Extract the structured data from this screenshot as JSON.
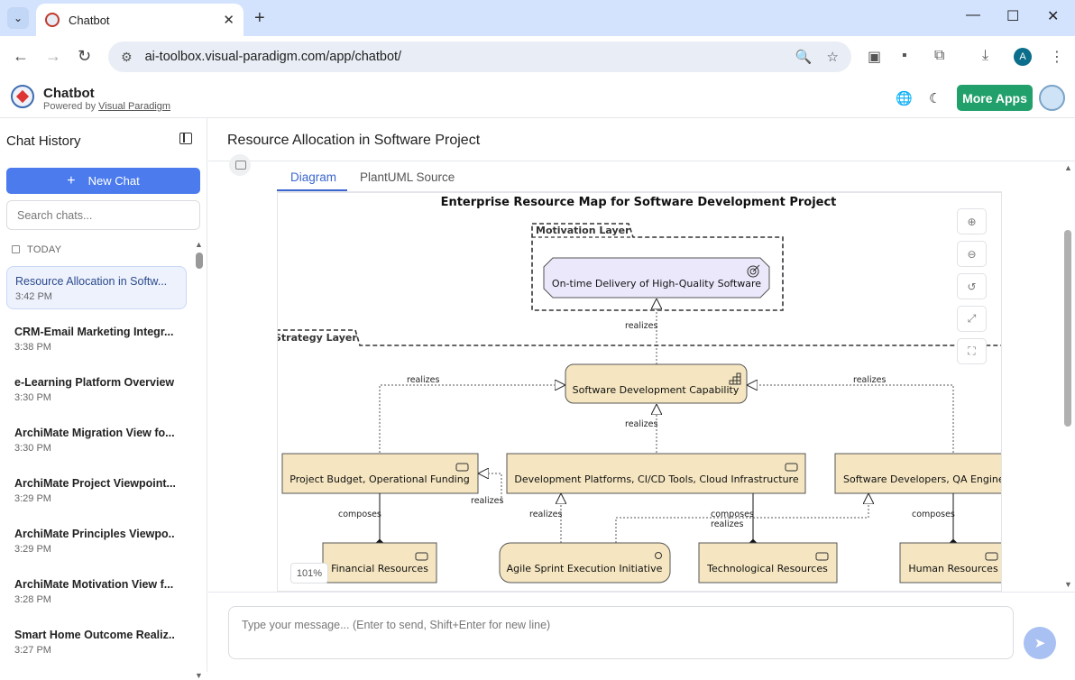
{
  "browser": {
    "tab_title": "Chatbot",
    "url": "ai-toolbox.visual-paradigm.com/app/chatbot/",
    "account_initial": "A"
  },
  "app": {
    "title": "Chatbot",
    "powered_by": "Powered by",
    "powered_by_link": "Visual Paradigm",
    "more_apps": "More Apps"
  },
  "sidebar": {
    "title": "Chat History",
    "new_chat": "New Chat",
    "search_placeholder": "Search chats...",
    "section": "TODAY",
    "chats": [
      {
        "title": "Resource Allocation in Softw...",
        "time": "3:42 PM"
      },
      {
        "title": "CRM-Email Marketing Integr...",
        "time": "3:38 PM"
      },
      {
        "title": "e-Learning Platform Overview",
        "time": "3:30 PM"
      },
      {
        "title": "ArchiMate Migration View fo...",
        "time": "3:30 PM"
      },
      {
        "title": "ArchiMate Project Viewpoint...",
        "time": "3:29 PM"
      },
      {
        "title": "ArchiMate Principles Viewpo...",
        "time": "3:29 PM"
      },
      {
        "title": "ArchiMate Motivation View f...",
        "time": "3:28 PM"
      },
      {
        "title": "Smart Home Outcome Realiz...",
        "time": "3:27 PM"
      }
    ]
  },
  "main": {
    "title": "Resource Allocation in Software Project",
    "tabs": [
      "Diagram",
      "PlantUML Source"
    ],
    "zoom": "101%",
    "composer_placeholder": "Type your message... (Enter to send, Shift+Enter for new line)"
  },
  "diagram": {
    "title": "Enterprise Resource Map for Software Development Project",
    "motivation_layer": "Motivation Layer",
    "strategy_layer": "Strategy Layer",
    "goal": "On-time Delivery of High-Quality Software",
    "capability": "Software Development Capability",
    "resources": {
      "budget": "Project Budget, Operational Funding",
      "platforms": "Development Platforms, CI/CD Tools, Cloud Infrastructure",
      "developers": "Software Developers, QA Engine",
      "financial": "Financial Resources",
      "technological": "Technological Resources",
      "human": "Human Resources"
    },
    "initiative": "Agile Sprint Execution Initiative",
    "labels": {
      "realizes": "realizes",
      "composes": "composes"
    }
  },
  "colors": {
    "accent": "#4b7bec",
    "more_apps": "#22a06b",
    "strategy_fill": "#f5e6c1",
    "motivation_fill": "#ece8fb"
  }
}
